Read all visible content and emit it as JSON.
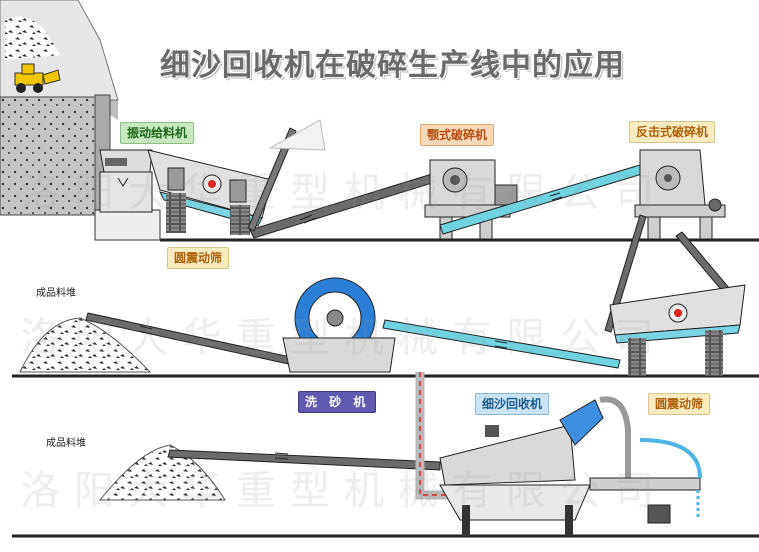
{
  "title": "细沙回收机在破碎生产线中的应用",
  "labels": {
    "vibrating_feeder": "振动给料机",
    "jaw_crusher": "颚式破碎机",
    "impact_crusher": "反击式破碎机",
    "circular_screen_top": "圆震动筛",
    "sand_washer": "洗 砂 机",
    "fine_sand_recycler": "细沙回收机",
    "circular_screen_right": "圆震动筛"
  },
  "piles": {
    "finished_pile_1": "成品料堆",
    "finished_pile_2": "成品料堆"
  },
  "watermark": [
    "洛阳大华重型机械有限公司",
    "洛阳大华重型机械有限公司",
    "洛阳大华重型机械有限公司"
  ],
  "colors": {
    "belt_dark": "#6b6b6b",
    "belt_blue": "#6fd3e0",
    "machine_gray": "#d9d9d9",
    "water_blue": "#4fb3e3",
    "flow_red": "#d24a4a",
    "outline": "#222222"
  }
}
